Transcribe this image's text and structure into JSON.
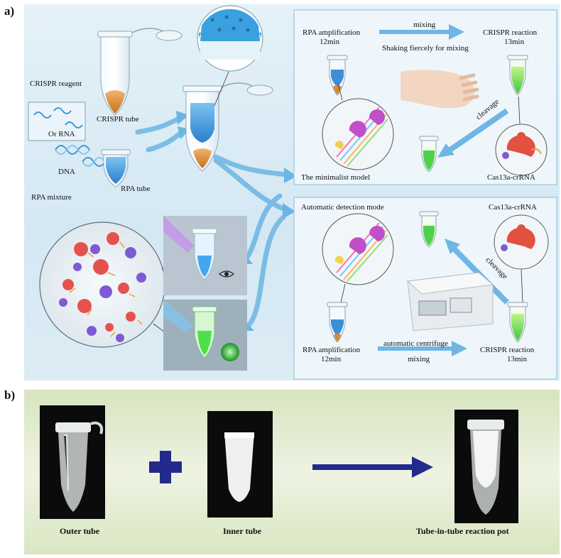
{
  "panel_a": {
    "label": "a)",
    "labels": {
      "crispr_reagent": "CRISPR reagent",
      "crispr_tube": "CRISPR tube",
      "or_rna": "Or RNA",
      "dna": "DNA",
      "rpa_mixture": "RPA mixture",
      "rpa_tube": "RPA tube"
    },
    "minimalist_box": {
      "rpa_amp": "RPA amplification",
      "rpa_time": "12min",
      "mixing": "mixing",
      "crispr_reaction": "CRISPR reaction",
      "crispr_time": "13min",
      "shaking": "Shaking fiercely for mixing",
      "cleavage": "cleavage",
      "model_title": "The minimalist model",
      "cas": "Cas13a-crRNA"
    },
    "automatic_box": {
      "title": "Automatic detection mode",
      "cas": "Cas13a-crRNA",
      "cleavage": "cleavage",
      "rpa_amp": "RPA amplification",
      "rpa_time": "12min",
      "centrifuge": "automatic centrifuge",
      "mixing": "mixing",
      "crispr_reaction": "CRISPR reaction",
      "crispr_time": "13min"
    },
    "colors": {
      "background": "#dcedf6",
      "arrow": "#5aaee0",
      "blue_liquid": "#3a8fd6",
      "green_liquid": "#4fd14a",
      "orange_reagent": "#d98a2e"
    }
  },
  "panel_b": {
    "label": "b)",
    "outer_tube": "Outer tube",
    "inner_tube": "Inner tube",
    "result": "Tube-in-tube reaction pot",
    "colors": {
      "background": "#e3ecd0",
      "plus": "#232a8c",
      "arrow": "#232a8c"
    }
  }
}
